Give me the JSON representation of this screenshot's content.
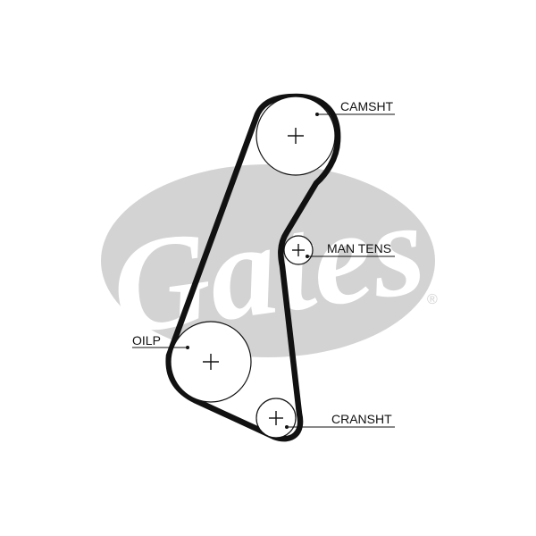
{
  "watermark": {
    "brand_text": "Gates",
    "registered_mark": "®",
    "color": "#d3d3d3"
  },
  "belt": {
    "color": "#111111"
  },
  "pulleys": [
    {
      "id": "camshaft",
      "label": "CAMSHT"
    },
    {
      "id": "manual-tensioner",
      "label": "MAN TENS"
    },
    {
      "id": "oil-pump",
      "label": "OILP"
    },
    {
      "id": "crankshaft",
      "label": "CRANSHT"
    }
  ]
}
